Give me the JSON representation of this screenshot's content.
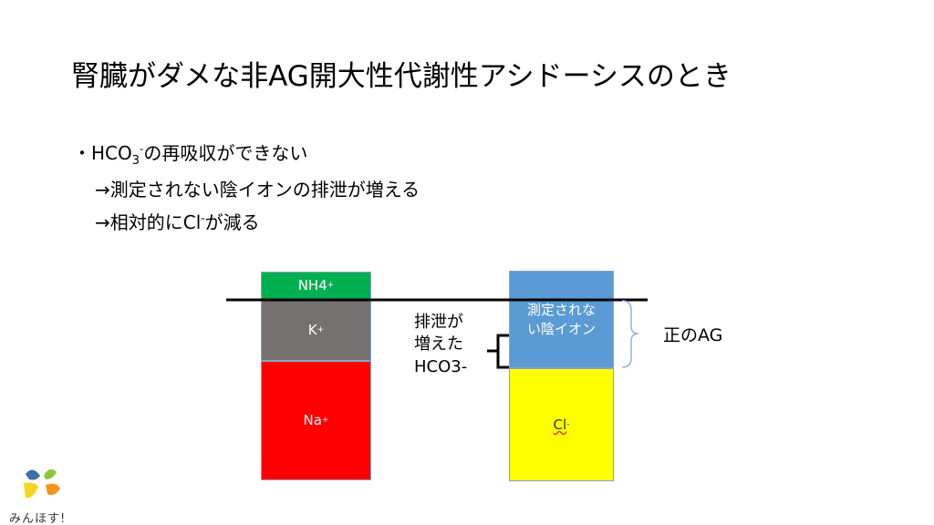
{
  "title": "腎臓がダメな非AG開大性代謝性アシドーシスのとき",
  "bullets": {
    "line1_prefix": "・HCO",
    "line1_sub": "3",
    "line1_sup": "-",
    "line1_suffix": "の再吸収ができない",
    "line2": "→測定されない陰イオンの排泄が増える",
    "line3_prefix": "→相対的にCl",
    "line3_sup": "-",
    "line3_suffix": "が減る"
  },
  "diagram": {
    "cations": {
      "nh4": "NH4",
      "nh4_charge": "+",
      "k": "K",
      "k_charge": "+",
      "na": "Na",
      "na_charge": "+"
    },
    "anions": {
      "unmeasured_line1": "測定されな",
      "unmeasured_line2": "い陰イオン",
      "cl": "Cl",
      "cl_charge": "-"
    },
    "bracket_label": {
      "line1": "排泄が",
      "line2": "増えた",
      "line3": "HCO3-"
    },
    "brace_label": "正のAG",
    "colors": {
      "nh4": "#00b050",
      "k": "#767171",
      "na": "#ff0000",
      "unmeasured": "#5b9bd5",
      "cl": "#ffff00"
    }
  },
  "logo": {
    "text": "みんほす!"
  }
}
